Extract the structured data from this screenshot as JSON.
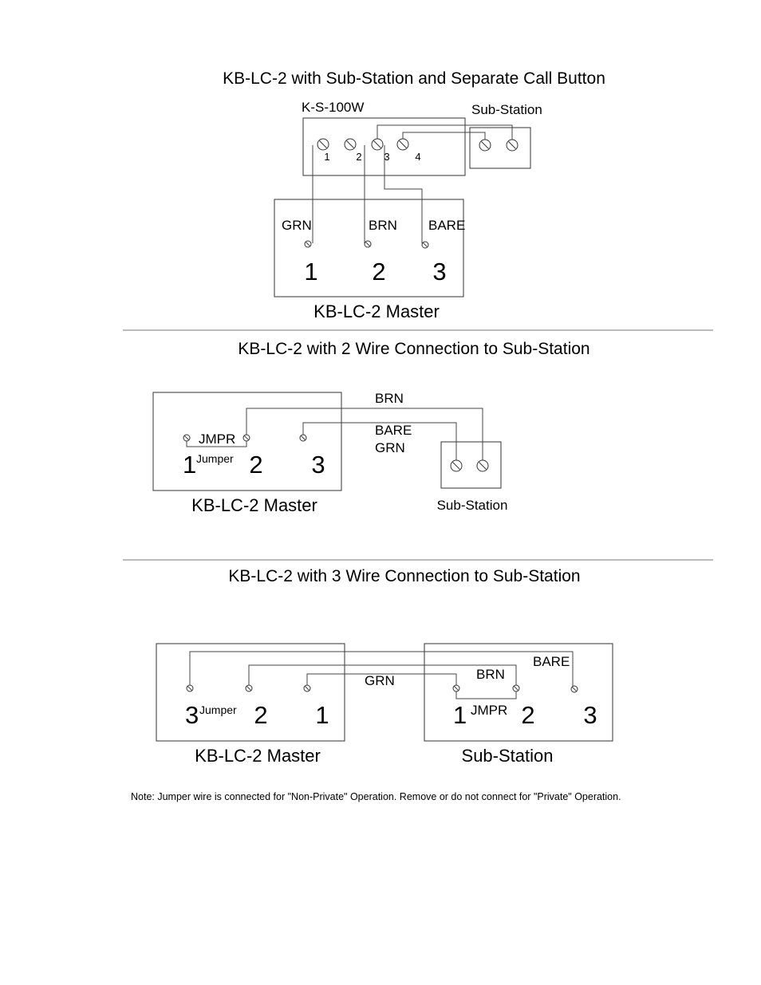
{
  "section1": {
    "title": "KB-LC-2 with Sub-Station and Separate Call Button",
    "ks_label": "K-S-100W",
    "ks_terminals": [
      "1",
      "2",
      "3",
      "4"
    ],
    "substation_label": "Sub-Station",
    "wire_labels": [
      "GRN",
      "BRN",
      "BARE"
    ],
    "master_terminals": [
      "1",
      "2",
      "3"
    ],
    "master_label": "KB-LC-2 Master"
  },
  "section2": {
    "title": "KB-LC-2 with 2 Wire Connection to Sub-Station",
    "jmpr_label": "JMPR",
    "terminal_1": "1",
    "jumper_label": "Jumper",
    "terminal_2": "2",
    "terminal_3": "3",
    "master_label": "KB-LC-2 Master",
    "wire_labels": [
      "BRN",
      "BARE",
      "GRN"
    ],
    "substation_label": "Sub-Station"
  },
  "section3": {
    "title": "KB-LC-2 with 3 Wire Connection to Sub-Station",
    "master_terminal_3": "3",
    "jumper_label": "Jumper",
    "master_terminal_2": "2",
    "master_terminal_1": "1",
    "master_label": "KB-LC-2 Master",
    "wire_labels": [
      "GRN",
      "BRN",
      "BARE"
    ],
    "sub_terminal_1": "1",
    "sub_jmpr_label": "JMPR",
    "sub_terminal_2": "2",
    "sub_terminal_3": "3",
    "substation_label": "Sub-Station"
  },
  "note": "Note: Jumper wire is connected for \"Non-Private\" Operation. Remove or do not connect for \"Private\" Operation."
}
